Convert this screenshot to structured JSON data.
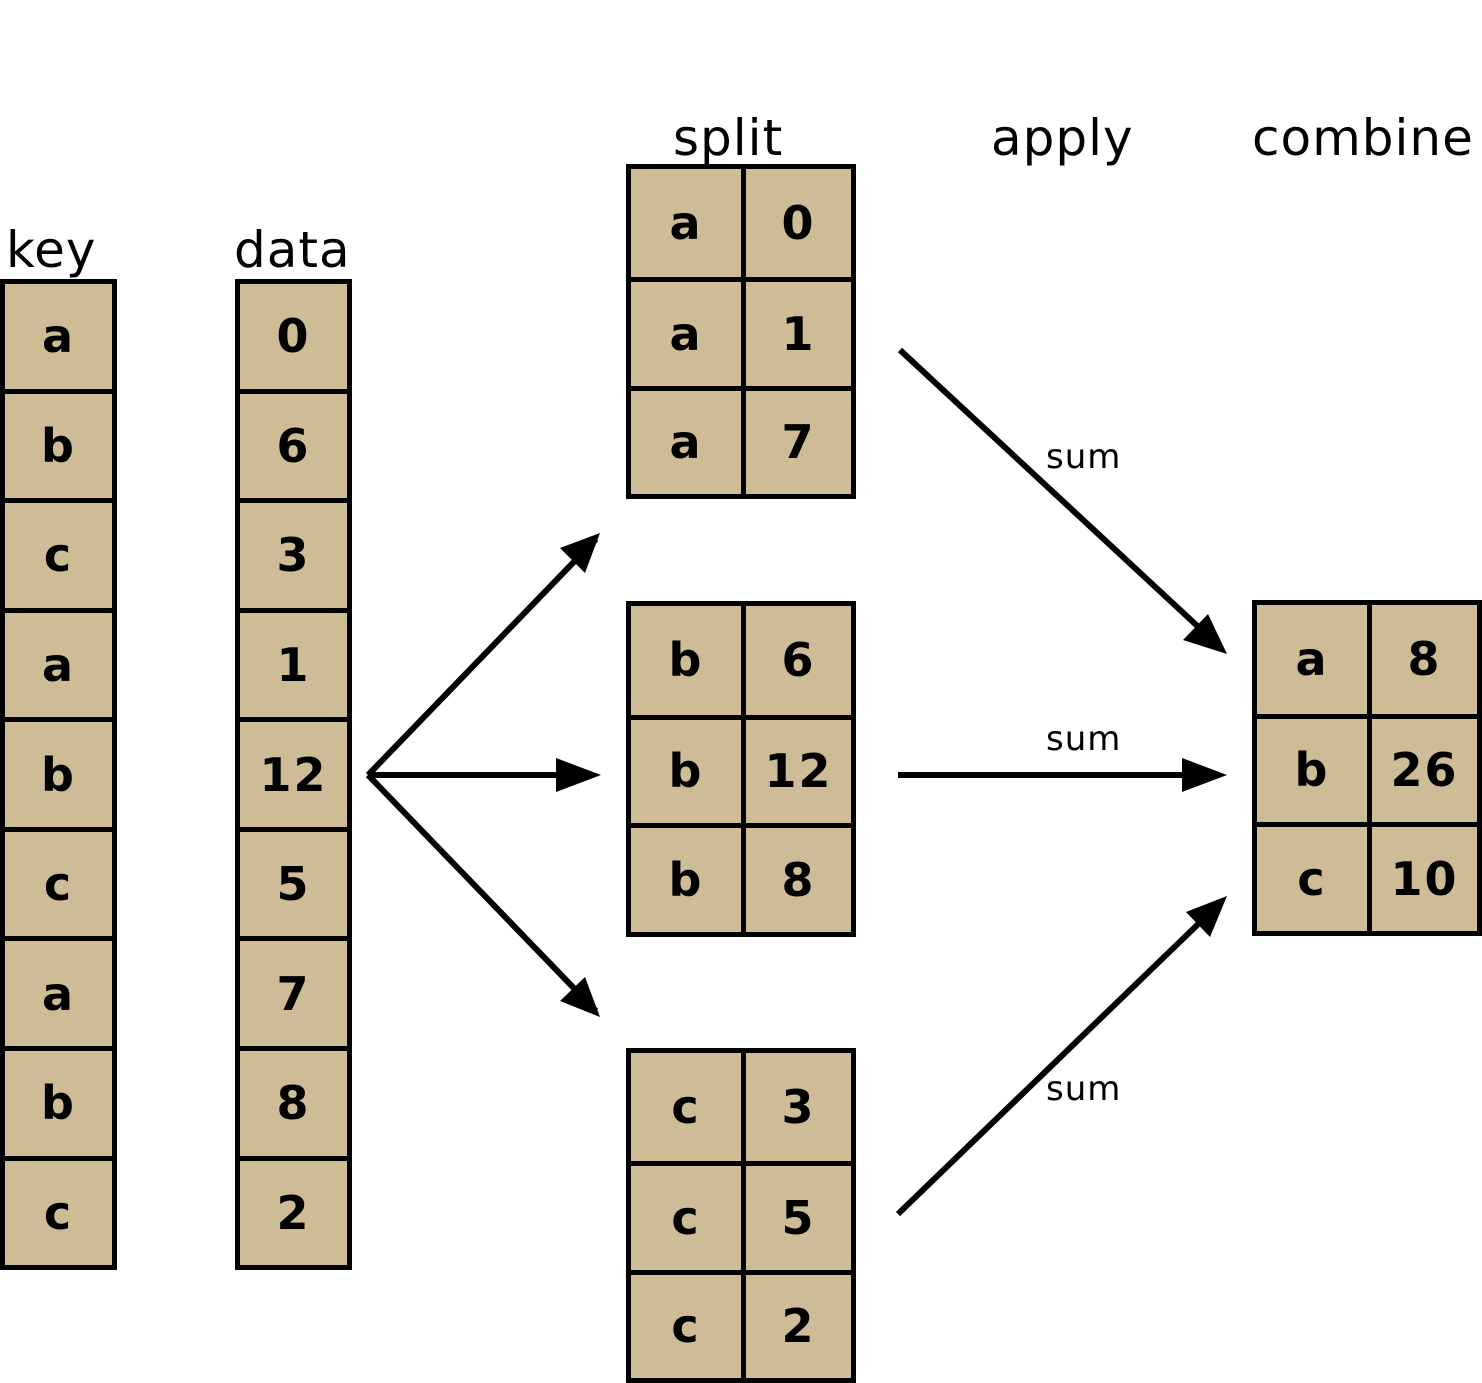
{
  "headers": {
    "key": "key",
    "data": "data",
    "split": "split",
    "apply": "apply",
    "combine": "combine"
  },
  "colors": {
    "cell_fill": "#cdbc96",
    "border": "#000000",
    "arrow": "#000000"
  },
  "key_column": [
    "a",
    "b",
    "c",
    "a",
    "b",
    "c",
    "a",
    "b",
    "c"
  ],
  "data_column": [
    "0",
    "6",
    "3",
    "1",
    "12",
    "5",
    "7",
    "8",
    "2"
  ],
  "split_groups": [
    {
      "rows": [
        [
          "a",
          "0"
        ],
        [
          "a",
          "1"
        ],
        [
          "a",
          "7"
        ]
      ]
    },
    {
      "rows": [
        [
          "b",
          "6"
        ],
        [
          "b",
          "12"
        ],
        [
          "b",
          "8"
        ]
      ]
    },
    {
      "rows": [
        [
          "c",
          "3"
        ],
        [
          "c",
          "5"
        ],
        [
          "c",
          "2"
        ]
      ]
    }
  ],
  "apply_labels": [
    "sum",
    "sum",
    "sum"
  ],
  "combined": [
    [
      "a",
      "8"
    ],
    [
      "b",
      "26"
    ],
    [
      "c",
      "10"
    ]
  ]
}
